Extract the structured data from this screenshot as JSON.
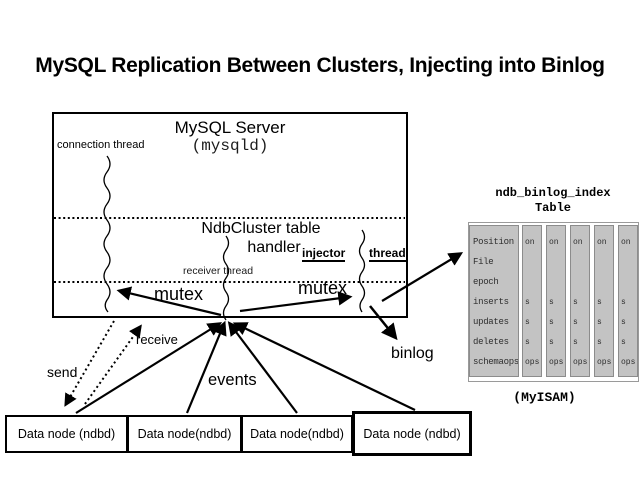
{
  "title": "MySQL Replication Between Clusters, Injecting into Binlog",
  "server": {
    "title": "MySQL Server",
    "subtitle": "(mysqld)",
    "connection_thread_label": "connection thread",
    "handler_line1": "NdbCluster table",
    "handler_line2": "handler",
    "injector_word1": "injector",
    "injector_word2": "thread",
    "receiver_thread_label": "receiver thread",
    "mutex_left": "mutex",
    "mutex_right": "mutex"
  },
  "flow_labels": {
    "send": "send",
    "receive": "receive",
    "events": "events",
    "binlog": "binlog"
  },
  "binlog_table": {
    "title_line1": "ndb_binlog_index",
    "title_line2": "Table",
    "engine": "(MyISAM)",
    "fields": [
      "Position",
      "File",
      "epoch",
      "inserts",
      "updates",
      "deletes",
      "schemaops"
    ],
    "columns": [
      [
        "on",
        "",
        "",
        "s",
        "s",
        "s",
        "ops"
      ],
      [
        "on",
        "",
        "",
        "s",
        "s",
        "s",
        "ops"
      ],
      [
        "on",
        "",
        "",
        "s",
        "s",
        "s",
        "ops"
      ],
      [
        "on",
        "",
        "",
        "s",
        "s",
        "s",
        "ops"
      ],
      [
        "on",
        "",
        "",
        "s",
        "s",
        "s",
        "ops"
      ]
    ]
  },
  "data_nodes": [
    {
      "label": "Data node (ndbd)"
    },
    {
      "label": "Data node(ndbd)"
    },
    {
      "label": "Data node(ndbd)"
    },
    {
      "label": "Data node (ndbd)"
    }
  ],
  "colors": {
    "line": "#000000",
    "table_fill": "#c3c3c3",
    "table_border": "#8c8c8c"
  }
}
